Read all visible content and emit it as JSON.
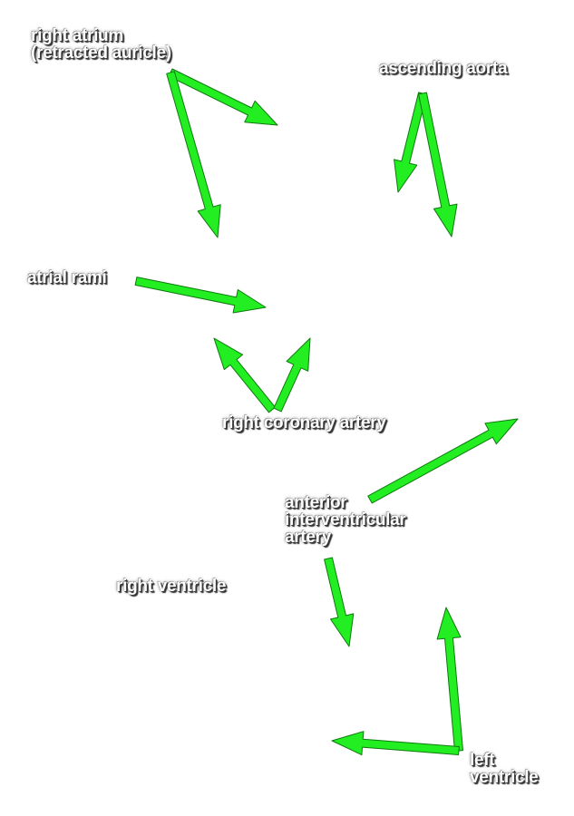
{
  "arrow_color": "#22ee22",
  "arrow_outline": "#0d7a0d",
  "labels": {
    "right_atrium": [
      "right atrium",
      "(retracted auricle)"
    ],
    "ascending_aorta": [
      "ascending aorta"
    ],
    "atrial_rami": [
      "atrial rami"
    ],
    "right_coronary_artery": [
      "right coronary artery"
    ],
    "anterior_interventricular_artery": [
      "anterior",
      "interventricular",
      "artery"
    ],
    "right_ventricle": [
      "right ventricle"
    ],
    "left_ventricle": [
      "left",
      "ventricle"
    ]
  }
}
